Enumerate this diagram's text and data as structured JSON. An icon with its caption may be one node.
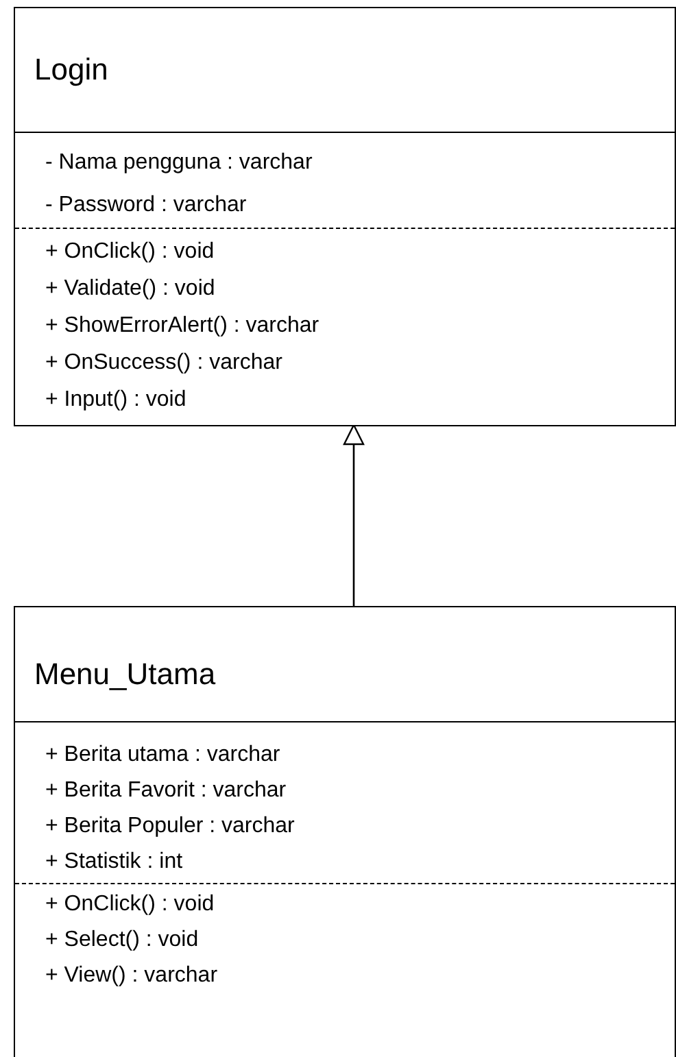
{
  "diagram": {
    "nodes": [
      {
        "text": [
          "Login",
          "- Nama pengguna : varchar",
          "- Password : varchar",
          "+ OnClick() : void",
          "+ Validate() : void",
          "+ ShowErrorAlert() : varchar",
          "+ OnSuccess() : varchar",
          "+ Input() : void"
        ]
      },
      {
        "text": [
          "Menu_Utama",
          "+ Berita utama : varchar",
          "+ Berita Favorit : varchar",
          "+ Berita Populer : varchar",
          "+ Statistik : int",
          "+ OnClick() : void",
          "+ Select() : void",
          "+ View() : varchar"
        ]
      }
    ],
    "edges": [
      {
        "from": 1,
        "to": 0,
        "arrow": "to"
      }
    ]
  }
}
